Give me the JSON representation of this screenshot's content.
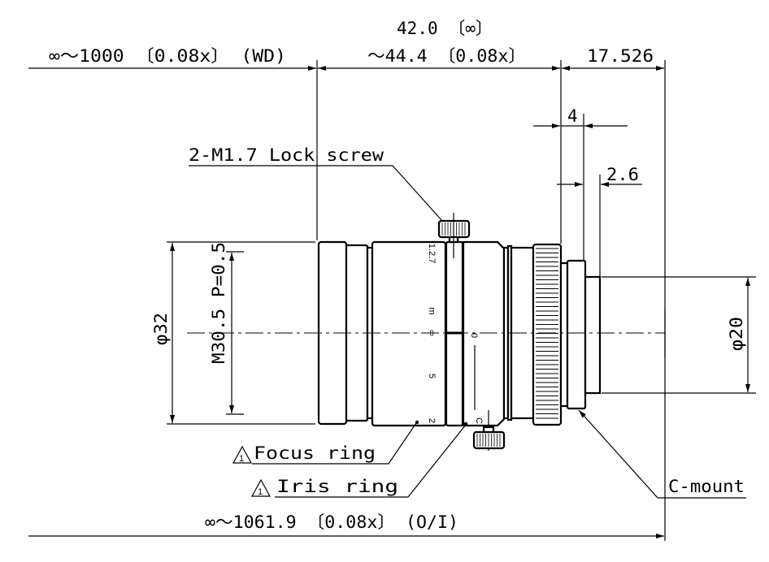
{
  "dimensions": {
    "overall_length": "42.0 〔∞〕",
    "working_distance": "∞～1000 〔0.08x〕 (WD)",
    "length_at_mag": "～44.4 〔0.08x〕",
    "flange_back": "17.526",
    "mount_length": "4",
    "mount_step": "2.6",
    "front_diameter": "φ32",
    "filter_thread": "M30.5 P=0.5",
    "rear_diameter": "φ20",
    "object_to_image": "∞～1061.9 〔0.08x〕 (O/I)"
  },
  "labels": {
    "lock_screw": "2-M1.7 Lock screw",
    "focus_ring": "Focus ring",
    "iris_ring": "Iris ring",
    "c_mount": "C-mount",
    "revision_mark": "1"
  },
  "scale_marks": {
    "focus": [
      "∞",
      "m",
      "5",
      "2"
    ],
    "iris_top": "1.2.7",
    "iris_zero": "0",
    "iris_close": "C"
  }
}
